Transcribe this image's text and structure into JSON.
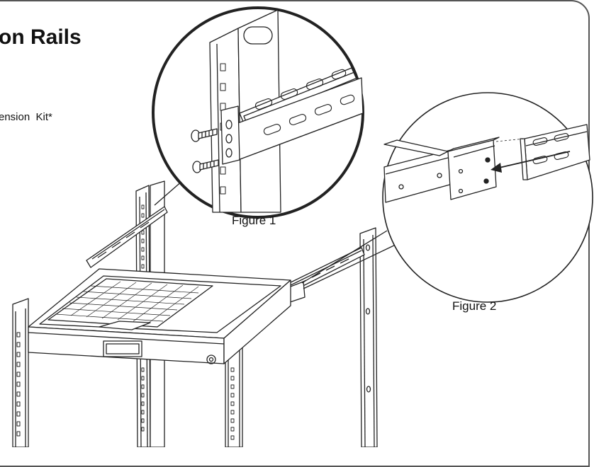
{
  "heading": {
    "title": "on Rails"
  },
  "note": {
    "text": "ension  Kit*"
  },
  "figures": [
    {
      "label": "Figure 1"
    },
    {
      "label": "Figure 2"
    }
  ],
  "colors": {
    "line": "#222222",
    "frame": "#555555",
    "fill": "#ffffff"
  }
}
